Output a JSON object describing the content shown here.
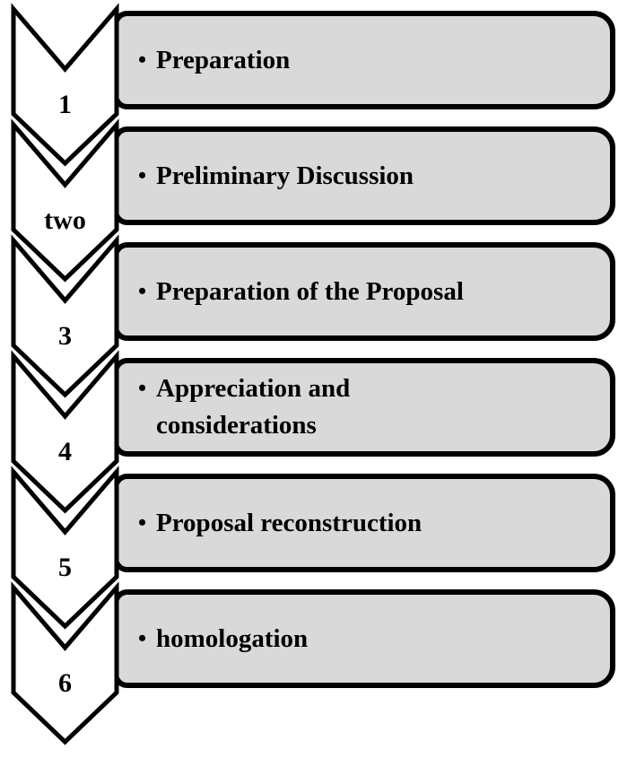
{
  "diagram": {
    "type": "vertical-chevron-step-list",
    "bullet": "•",
    "colors": {
      "box_fill": "#d9d9d9",
      "box_border": "#000000",
      "arrow_fill": "#ffffff",
      "arrow_border": "#000000",
      "text": "#000000",
      "background": "#ffffff"
    },
    "steps": [
      {
        "number": "1",
        "label": "Preparation"
      },
      {
        "number": "two",
        "label": "Preliminary Discussion"
      },
      {
        "number": "3",
        "label": "Preparation of the Proposal"
      },
      {
        "number": "4",
        "label": "Appreciation and considerations"
      },
      {
        "number": "5",
        "label": "Proposal reconstruction"
      },
      {
        "number": "6",
        "label": "homologation"
      }
    ]
  }
}
